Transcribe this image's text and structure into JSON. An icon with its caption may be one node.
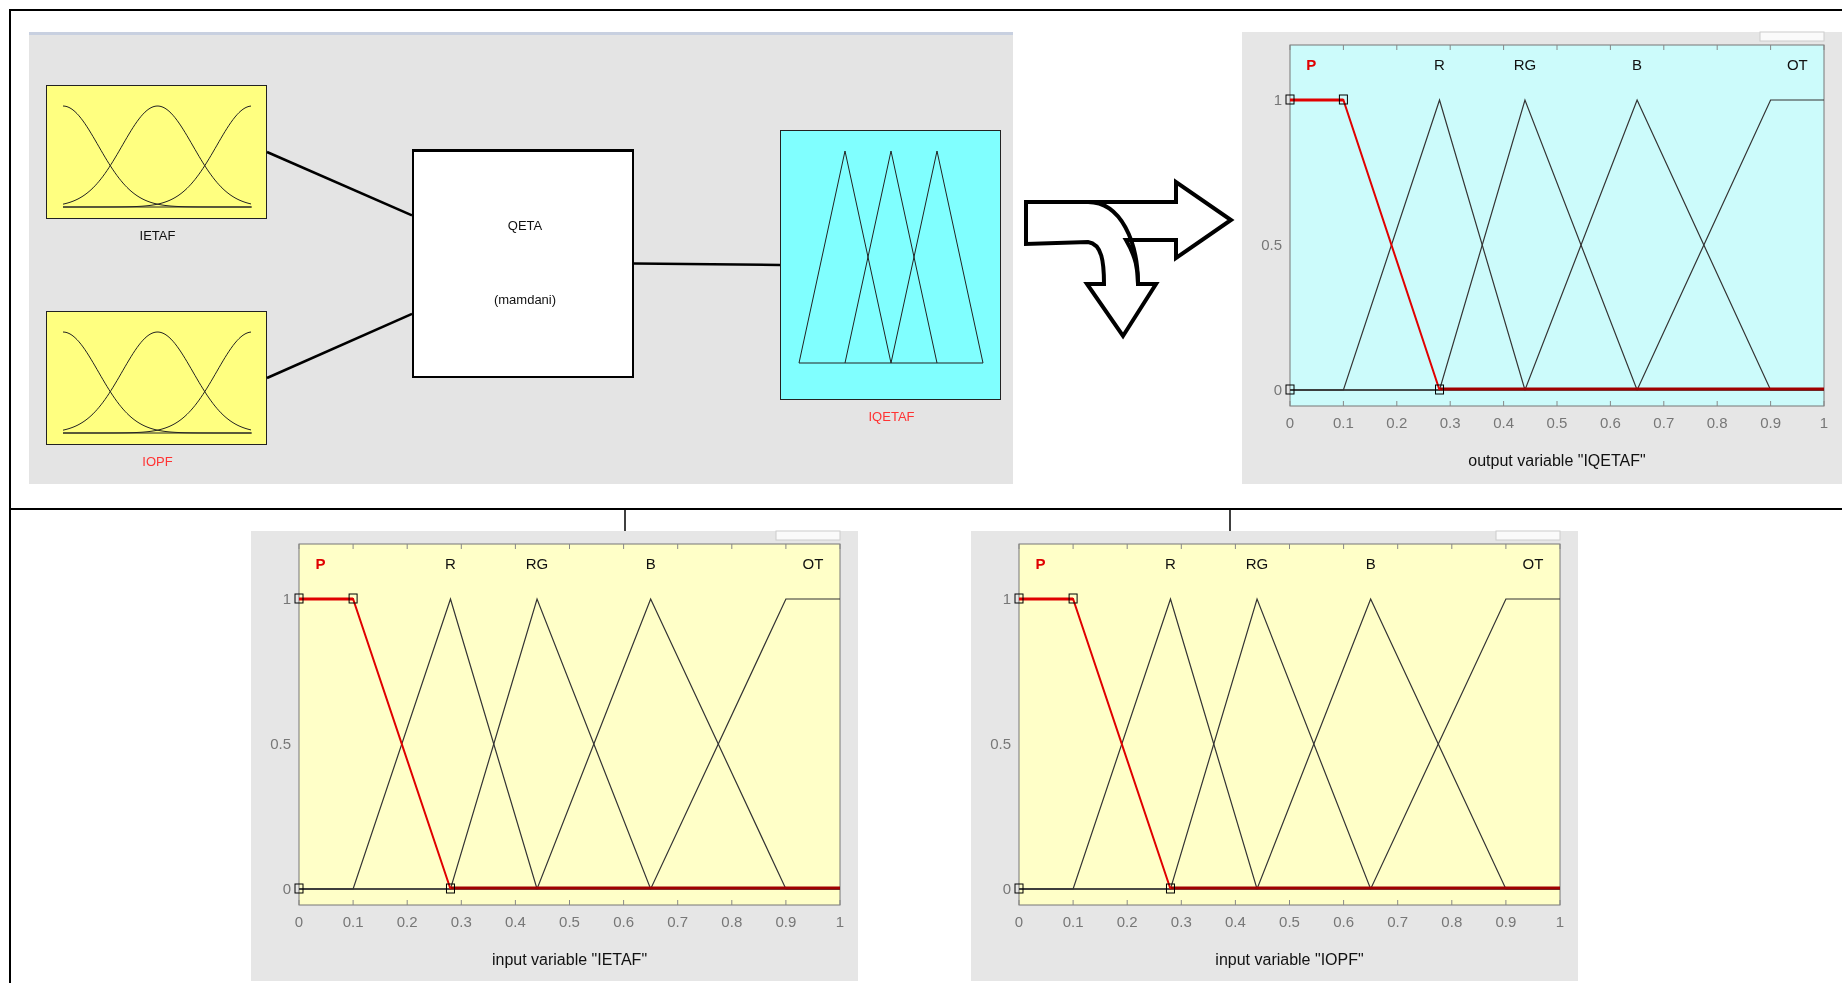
{
  "diagram": {
    "nodes": [
      {
        "text": [],
        "shape": "box"
      },
      {
        "text": [
          "IETAF"
        ],
        "in": 0
      },
      {
        "text": [
          "IOPF"
        ],
        "in": 0
      },
      {
        "text": [
          "QETA",
          "(mamdani)"
        ],
        "in": 0
      },
      {
        "text": [
          "IQETAF"
        ],
        "in": 0
      },
      {
        "text": [
          "P",
          "R",
          "RG",
          "B",
          "OT",
          "1",
          "0.5",
          "0",
          "0",
          "0.1",
          "0.2",
          "0.3",
          "0.4",
          "0.5",
          "0.6",
          "0.7",
          "0.8",
          "0.9",
          "1",
          "output variable \"IQETAF\""
        ]
      },
      {
        "text": [
          "P",
          "R",
          "RG",
          "B",
          "OT",
          "1",
          "0.5",
          "0",
          "0",
          "0.1",
          "0.2",
          "0.3",
          "0.4",
          "0.5",
          "0.6",
          "0.7",
          "0.8",
          "0.9",
          "1",
          "input variable \"IETAF\""
        ]
      },
      {
        "text": [
          "P",
          "R",
          "RG",
          "B",
          "OT",
          "1",
          "0.5",
          "0",
          "0",
          "0.1",
          "0.2",
          "0.3",
          "0.4",
          "0.5",
          "0.6",
          "0.7",
          "0.8",
          "0.9",
          "1",
          "input variable \"IOPF\""
        ]
      }
    ],
    "edges": [
      {
        "from": 1,
        "to": 3,
        "arrow": "none"
      },
      {
        "from": 2,
        "to": 3,
        "arrow": "none"
      },
      {
        "from": 3,
        "to": 4,
        "arrow": "none"
      }
    ]
  }
}
